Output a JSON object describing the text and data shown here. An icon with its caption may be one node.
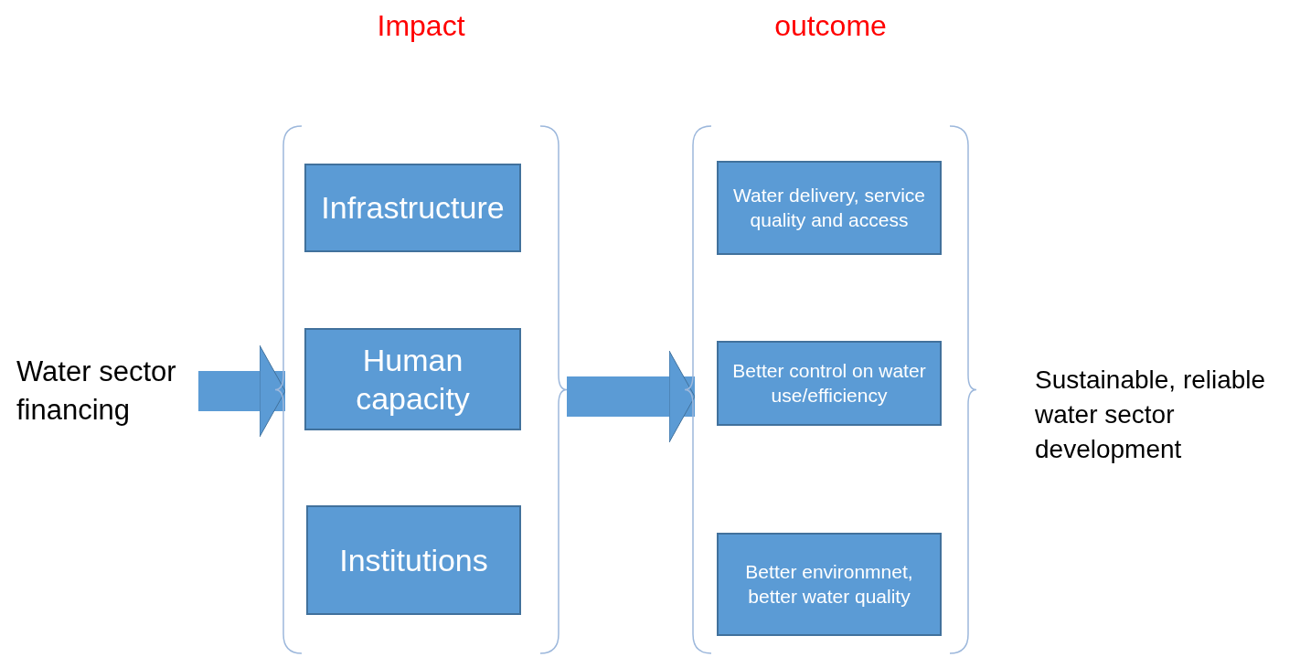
{
  "diagram": {
    "nodes": [
      {
        "text": [
          "Water sector financing"
        ]
      },
      {
        "text": [
          "Impact"
        ]
      },
      {
        "text": [
          "Infrastructure"
        ],
        "in": 1
      },
      {
        "text": [
          "Human capacity"
        ],
        "in": 1
      },
      {
        "text": [
          "Institutions"
        ],
        "in": 1
      },
      {
        "text": [
          "outcome"
        ]
      },
      {
        "text": [
          "Water delivery, service quality and access"
        ],
        "in": 5
      },
      {
        "text": [
          "Better control on water use/efficiency"
        ],
        "in": 5
      },
      {
        "text": [
          "Better environmnet, better water quality"
        ],
        "in": 5
      },
      {
        "text": [
          "Sustainable, reliable water sector development"
        ]
      }
    ],
    "edges": [
      {
        "from": 0,
        "to": 1,
        "arrow": "to"
      },
      {
        "from": 1,
        "to": 5,
        "arrow": "to"
      }
    ]
  }
}
